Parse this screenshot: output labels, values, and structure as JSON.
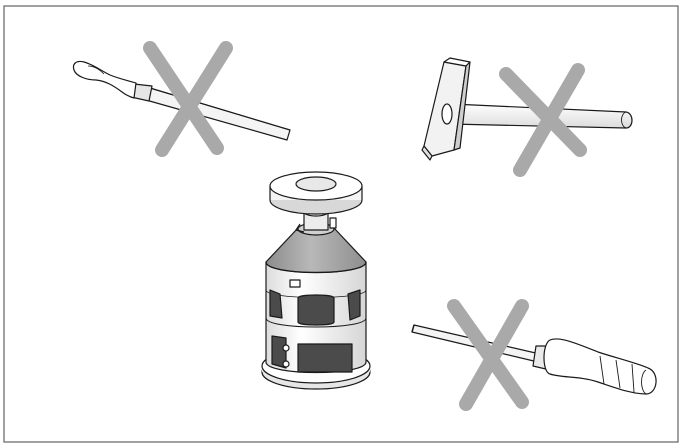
{
  "figure": {
    "items": [
      {
        "tool": "spatula-icon",
        "status": "not-allowed"
      },
      {
        "tool": "hammer-icon",
        "status": "not-allowed"
      },
      {
        "tool": "screwdriver-icon",
        "status": "not-allowed"
      },
      {
        "tool": "grinder-device-icon",
        "status": "correct"
      }
    ]
  },
  "colors": {
    "border": "#6e6e6e",
    "cross": "#a9a9a9",
    "outline": "#1a1a1a",
    "metal_light": "#f2f2f2",
    "metal_mid": "#d4d4d4",
    "metal_dark": "#9a9a9a",
    "window_dark": "#4b4b4b"
  }
}
